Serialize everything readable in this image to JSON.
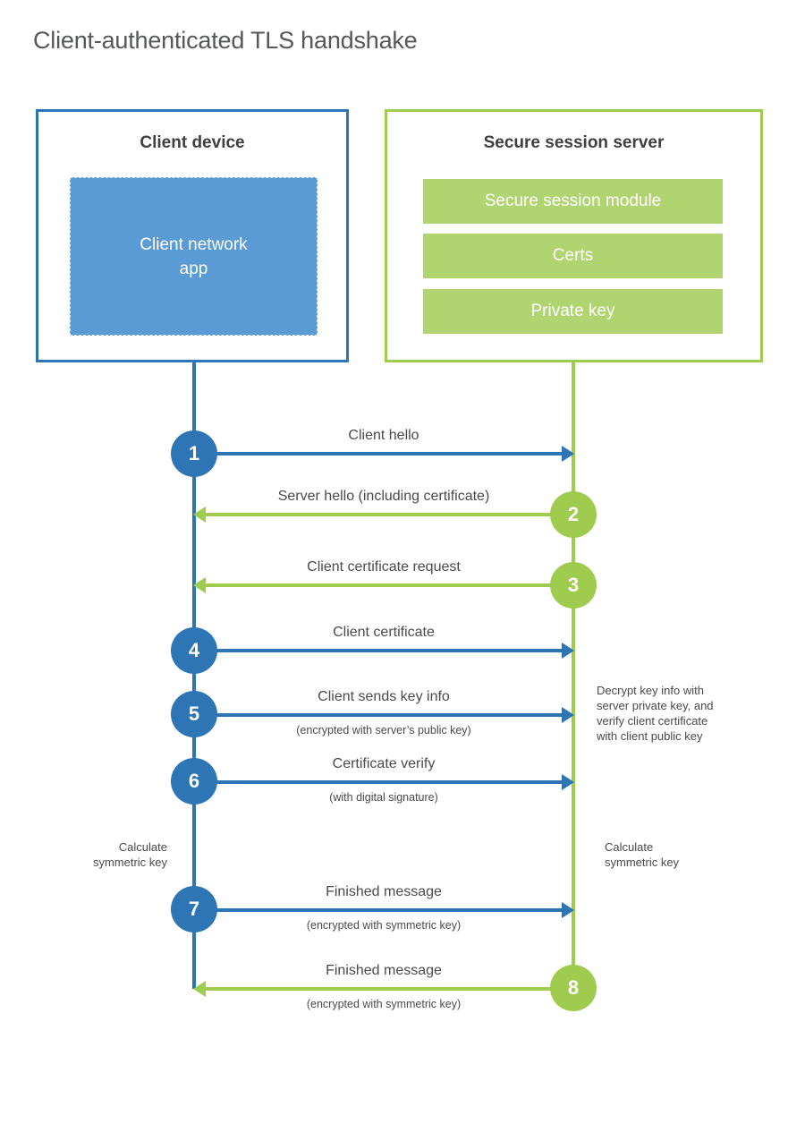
{
  "title": "Client-authenticated TLS handshake",
  "colors": {
    "blue": "#2e75b6",
    "blue_light": "#5b9bd5",
    "green": "#9fcc4f",
    "green_light": "#b0d470",
    "title": "#56575b",
    "heading": "#3f3f41",
    "text": "#4a4a4d"
  },
  "client_box": {
    "title": "Client device",
    "app_label": "Client network\napp"
  },
  "server_box": {
    "title": "Secure session server",
    "modules": [
      {
        "label": "Secure session module"
      },
      {
        "label": "Certs"
      },
      {
        "label": "Private key"
      }
    ]
  },
  "messages": [
    {
      "num": "1",
      "label": "Client hello"
    },
    {
      "num": "2",
      "label": "Server hello (including certificate)"
    },
    {
      "num": "3",
      "label": "Client certificate request"
    },
    {
      "num": "4",
      "label": "Client certificate"
    },
    {
      "num": "5",
      "label": "Client sends key info",
      "sub": "(encrypted with server’s public key)"
    },
    {
      "num": "6",
      "label": "Certificate verify",
      "sub": "(with digital signature)"
    },
    {
      "num": "7",
      "label": "Finished message",
      "sub": "(encrypted with symmetric key)"
    },
    {
      "num": "8",
      "label": "Finished message",
      "sub": "(encrypted with symmetric key)"
    }
  ],
  "annotations": {
    "decrypt_note": "Decrypt key info with\nserver private key, and\nverify client certificate\nwith client public key",
    "calculate_left": "Calculate\nsymmetric key",
    "calculate_right": "Calculate\nsymmetric key"
  }
}
